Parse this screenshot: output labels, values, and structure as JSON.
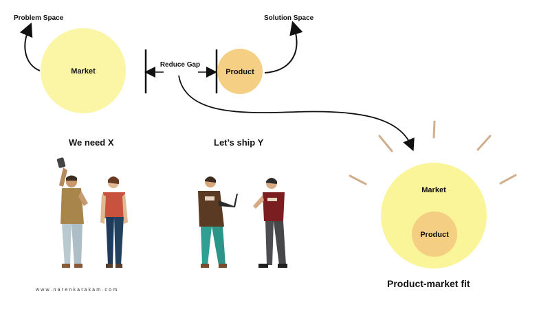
{
  "labels": {
    "problem_space": "Problem Space",
    "solution_space": "Solution Space",
    "market": "Market",
    "product": "Product",
    "reduce_gap": "Reduce Gap",
    "we_need": "We need X",
    "lets_ship": "Let’s ship Y",
    "fit_market": "Market",
    "fit_product": "Product",
    "fit_caption": "Product-market fit",
    "website": "www.narenkatakam.com"
  },
  "colors": {
    "market_fill": "#fbf5a6",
    "product_fill": "#f5cf84",
    "fit_outer": "#fbf59a",
    "fit_inner": "#f4cf83",
    "ink": "#111111",
    "ray": "#caa07a"
  },
  "illustrations": {
    "left": "two-people-discussing-icon",
    "middle": "two-people-with-laptop-icon"
  }
}
